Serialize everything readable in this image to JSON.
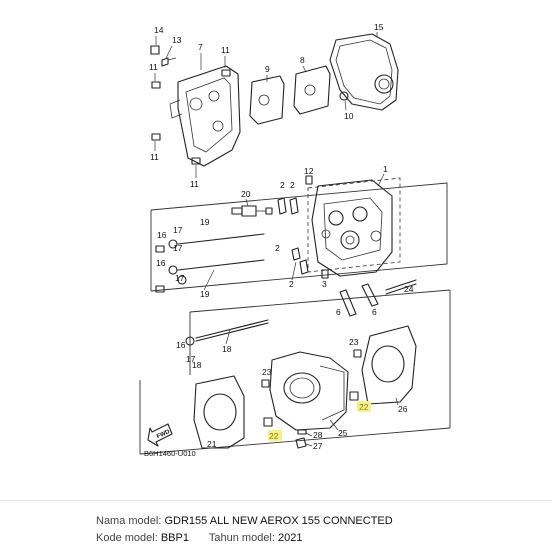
{
  "diagram": {
    "code": "B6H1460-U010",
    "fwd_label": "FWD",
    "callouts": {
      "n1": "1",
      "n2a": "2",
      "n2b": "2",
      "n2c": "2",
      "n2d": "2",
      "n3": "3",
      "n6a": "6",
      "n6b": "6",
      "n7": "7",
      "n8": "8",
      "n9": "9",
      "n10": "10",
      "n11a": "11",
      "n11b": "11",
      "n11c": "11",
      "n11d": "11",
      "n12": "12",
      "n13": "13",
      "n14": "14",
      "n15": "15",
      "n16a": "16",
      "n16b": "16",
      "n17a": "17",
      "n17b": "17",
      "n17c": "17",
      "n18a": "18",
      "n18b": "18",
      "n19a": "19",
      "n19b": "19",
      "n20": "20",
      "n21": "21",
      "n22a": "22",
      "n22b": "22",
      "n23a": "23",
      "n23b": "23",
      "n24": "24",
      "n25": "25",
      "n26": "26",
      "n27": "27",
      "n28": "28"
    },
    "highlight_color": "#f4f08a"
  },
  "footer": {
    "model_name_label": "Nama model:",
    "model_name_value": "GDR155 ALL NEW AEROX 155 CONNECTED",
    "model_code_label": "Kode model:",
    "model_code_value": "BBP1",
    "model_year_label": "Tahun model:",
    "model_year_value": "2021"
  }
}
